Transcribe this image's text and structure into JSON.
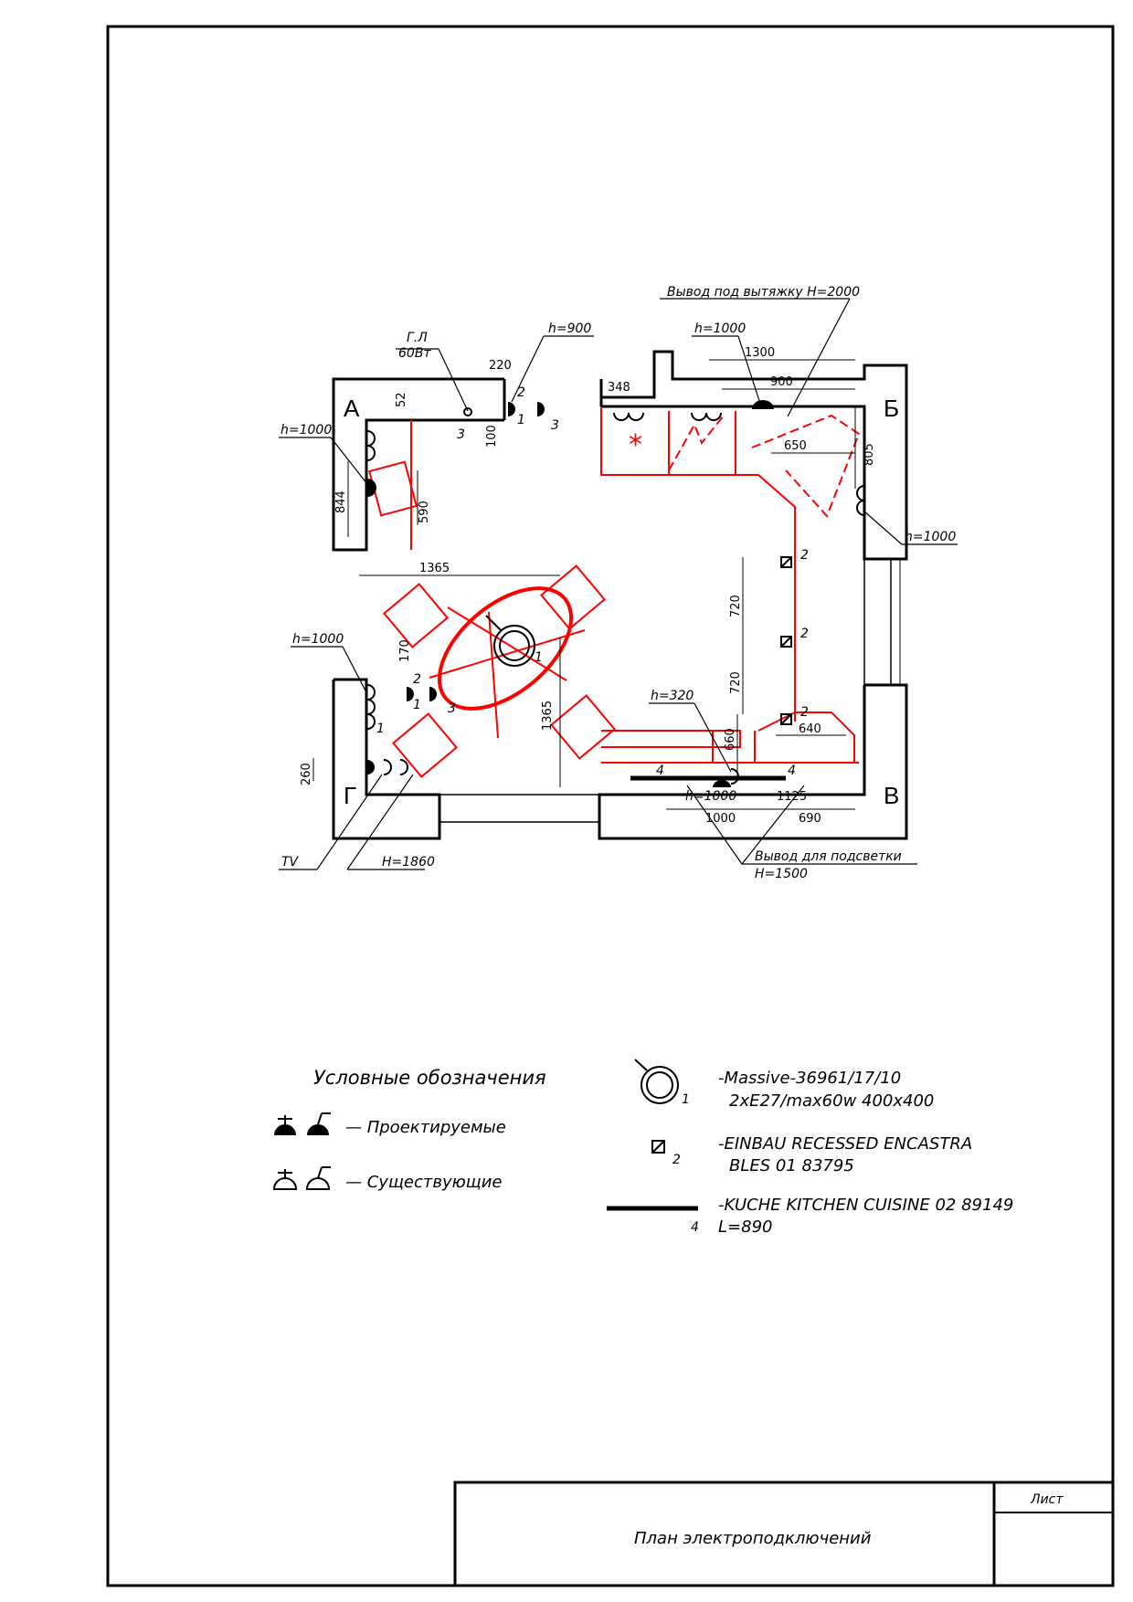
{
  "plan": {
    "axes": {
      "a": "А",
      "b": "Б",
      "v": "В",
      "g": "Г"
    },
    "annotations": {
      "gl": "Г.Л",
      "gl_power": "60Вт",
      "hood_outlet": "Вывод под вытяжку Н=2000",
      "lighting_outlet": "Вывод для подсветки",
      "lighting_height": "Н=1500",
      "tv": "TV",
      "tv_height": "Н=1860",
      "h900": "h=900",
      "h1000": "h=1000",
      "h320": "h=320"
    },
    "dimensions": {
      "d220": "220",
      "d52": "52",
      "d100": "100",
      "d844": "844",
      "d590": "590",
      "d1365": "1365",
      "d170": "170",
      "d260": "260",
      "d348": "348",
      "d1300": "1300",
      "d900": "900",
      "d650": "650",
      "d805": "805",
      "d720": "720",
      "d660": "660",
      "d640": "640",
      "d1125": "1125",
      "d1000": "1000",
      "d690": "690"
    },
    "marks": {
      "m1": "1",
      "m2": "2",
      "m3": "3",
      "m4": "4"
    }
  },
  "legend": {
    "title": "Условные обозначения",
    "projected": "— Проектируемые",
    "existing": "— Существующие",
    "fixtures": [
      {
        "id": "1",
        "line1": "-Massive-36961/17/10",
        "line2": "2xE27/max60w 400x400"
      },
      {
        "id": "2",
        "line1": "-EINBAU RECESSED ENCASTRA",
        "line2": "BLES 01 83795"
      },
      {
        "id": "4",
        "line1": "-KUCHE KITCHEN CUISINE 02 89149",
        "line2": "L=890"
      }
    ]
  },
  "title_block": {
    "drawing_title": "План электроподключений",
    "sheet_label": "Лист"
  },
  "colors": {
    "line": "#000000",
    "furniture": "#ff0000"
  }
}
